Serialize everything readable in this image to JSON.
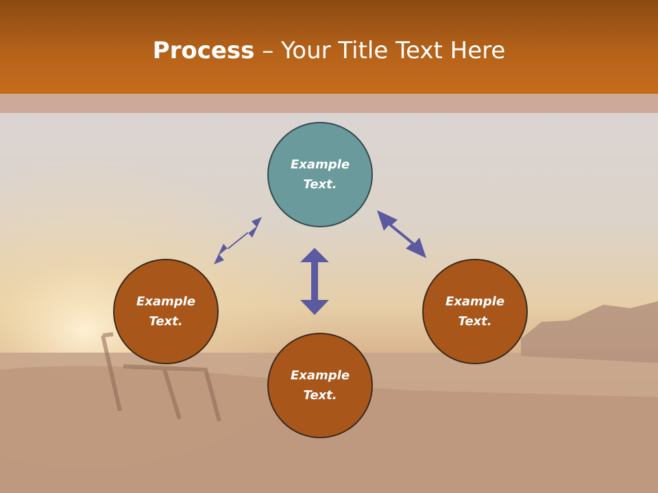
{
  "colors": {
    "header": "#b5621a",
    "band": "#cda99a",
    "circle_teal": "#6b9a9c",
    "circle_brown": "#a9561b",
    "arrow": "#5b5aa0"
  },
  "slide": {
    "title_bold": "Process",
    "title_sep": " – ",
    "title_rest": "Your Title Text Here"
  },
  "nodes": [
    {
      "line1": "Example",
      "line2": "Text."
    },
    {
      "line1": "Example",
      "line2": "Text."
    },
    {
      "line1": "Example",
      "line2": "Text."
    },
    {
      "line1": "Example",
      "line2": "Text."
    }
  ]
}
